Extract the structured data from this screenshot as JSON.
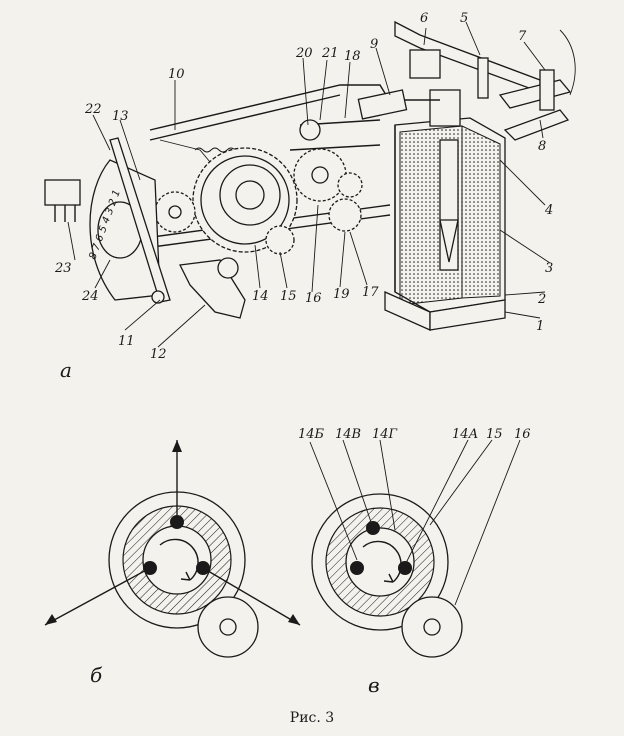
{
  "figure": {
    "caption": "Рис. 3",
    "subfigures": {
      "a": "а",
      "b": "б",
      "v": "в"
    },
    "part_labels_a": [
      "1",
      "2",
      "3",
      "4",
      "5",
      "6",
      "7",
      "8",
      "9",
      "10",
      "11",
      "12",
      "13",
      "14",
      "15",
      "16",
      "17",
      "18",
      "19",
      "20",
      "21",
      "22",
      "23",
      "24"
    ],
    "dial_numbers": "8 7 6 5 4 3 2 1",
    "labels_v": [
      "14Б",
      "14В",
      "14Г",
      "14А",
      "15",
      "16"
    ]
  }
}
